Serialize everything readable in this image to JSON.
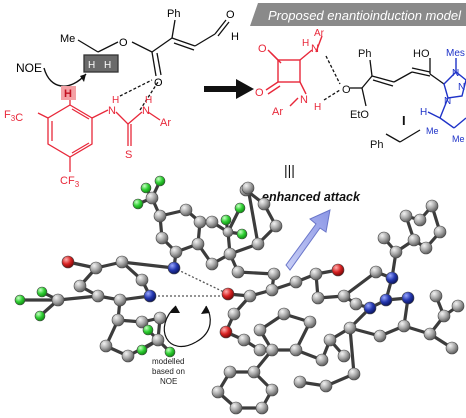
{
  "header": {
    "title": "Proposed enantioinduction model"
  },
  "top_left": {
    "substituents": {
      "phenyl": "Ph",
      "methyl": "Me",
      "aldehyde_h": "H",
      "oxygen": "O"
    },
    "noe_label": "NOE",
    "h_box_left": "H",
    "h_box_right": "H",
    "aryl_h": "H",
    "cf3_left": "F3C",
    "cf3_bottom": "CF3",
    "thiourea": {
      "nh_left": "N",
      "h_left": "H",
      "nh_right": "N",
      "h_right": "H",
      "sulfur": "S",
      "aryl": "Ar"
    }
  },
  "top_right": {
    "squaramide": {
      "o1": "O",
      "o2": "O",
      "nh_top_n": "N",
      "nh_top_h": "H",
      "ar_top": "Ar",
      "nh_bottom_n": "N",
      "nh_bottom_h": "H",
      "ar_bottom": "Ar"
    },
    "enolate": {
      "phenyl": "Ph",
      "hydroxyl": "HO",
      "ethoxy": "EtO",
      "oxygen": "O"
    },
    "triazole": {
      "mesityl": "Mes",
      "n1": "N",
      "n2": "N",
      "n3": "N",
      "h": "H",
      "me1": "Me",
      "me2": "Me"
    },
    "benzyl": "Ph",
    "intermediate_label": "I"
  },
  "attack_label": "enhanced attack",
  "triple_bar": "|||",
  "annotation": [
    "modelled",
    "based on",
    "NOE"
  ],
  "colors": {
    "header_bg": "#8a8a8a",
    "red_fragment": "#e8283a",
    "blue_fragment": "#1f33c8",
    "fluorine": "#27c72b",
    "nitrogen": "#2233a8",
    "oxygen": "#d81e1e",
    "carbon": "#a6a6a6",
    "arrow_fill": "#a9b2ee"
  }
}
